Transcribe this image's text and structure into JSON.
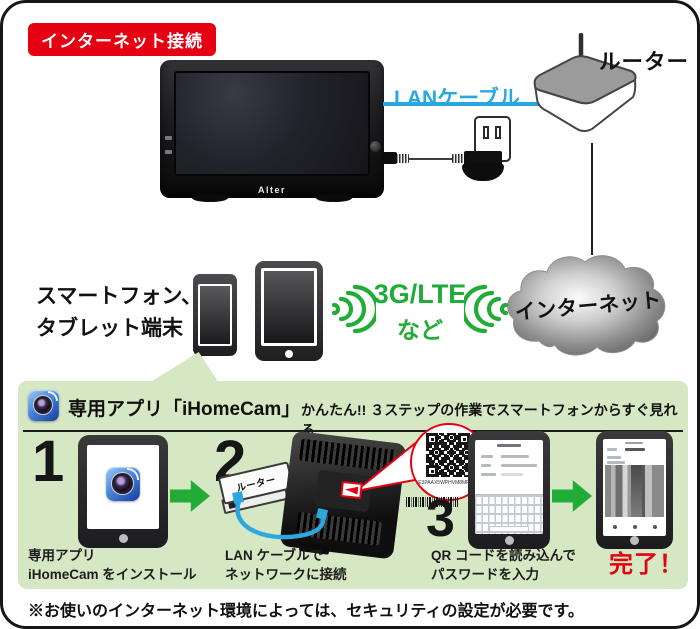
{
  "badge": {
    "label": "インターネット接続"
  },
  "top_diagram": {
    "monitor_brand": "Alter",
    "lan_cable_label": "LANケーブル",
    "router_label": "ルーター",
    "devices_label_line1": "スマートフォン、",
    "devices_label_line2": "タブレット端末",
    "network_label_line1": "3G/LTE",
    "network_label_line2": "など",
    "cloud_label": "インターネット"
  },
  "app_section": {
    "title": "専用アプリ「iHomeCam」",
    "subtitle": "かんたん!! ３ステップの作業でスマートフォンからすぐ見れる",
    "steps": [
      {
        "number": "1",
        "caption_line1": "専用アプリ",
        "caption_line2": "iHomeCam をインストール"
      },
      {
        "number": "2",
        "caption_line1": "LAN ケーブルで",
        "caption_line2": "ネットワークに接続",
        "router_box_label": "ルーター"
      },
      {
        "number": "3",
        "caption_line1": "QR コードを読み込んで",
        "caption_line2": "パスワードを入力",
        "qr_serial": "E3PAAX5WPHVM8MPGU1"
      }
    ],
    "done_label": "完了！"
  },
  "footnote": "※お使いのインターネット環境によっては、セキュリティの設定が必要です。",
  "colors": {
    "accent_red": "#e50012",
    "accent_blue": "#29a8e0",
    "accent_green": "#21ac38",
    "panel_green": "#d6e8c3"
  }
}
